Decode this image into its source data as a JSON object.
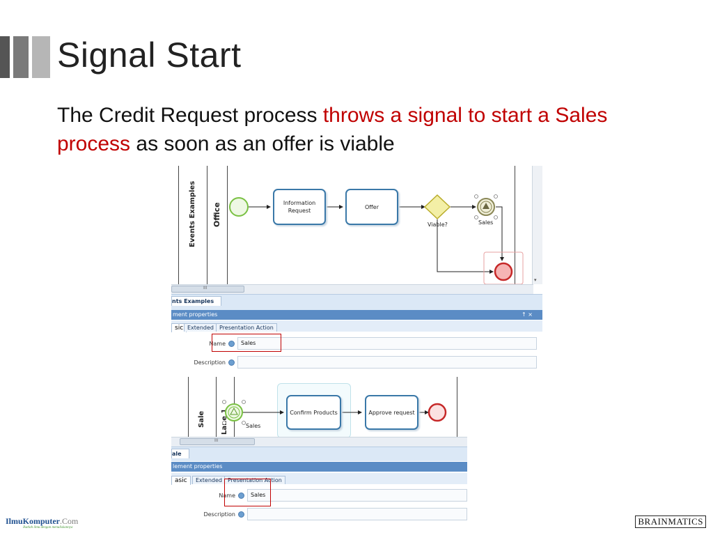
{
  "slide": {
    "title": "Signal Start",
    "body_prefix": "The Credit Request process ",
    "body_highlight": "throws a signal to start a Sales process",
    "body_suffix": " as soon as an offer is viable"
  },
  "top_screenshot": {
    "pool_label": "Events Examples",
    "lane_label": "Office",
    "tasks": [
      "Information Request",
      "Offer"
    ],
    "gateway_label": "Viable?",
    "signal_event_label": "Sales",
    "scroll_thumb_text": "III",
    "doc_tab": "nts Examples",
    "props_header": "ment properties",
    "props_controls": "↑ ×",
    "tabs": [
      "sic",
      "Extended",
      "Presentation Action"
    ],
    "name_label": "Name",
    "name_value": "Sales",
    "description_label": "Description"
  },
  "bottom_screenshot": {
    "pool_label": "Sale",
    "lane_label": "Lane 1",
    "signal_event_label": "Sales",
    "tasks": [
      "Confirm Products",
      "Approve request"
    ],
    "scroll_thumb_text": "III",
    "doc_tab": "ale",
    "props_header": "lement properties",
    "tabs": [
      "asic",
      "Extended",
      "Presentation Action"
    ],
    "name_label": "Name",
    "name_value": "Sales",
    "description_label": "Description"
  },
  "footer": {
    "left_logo_main": "IlmuKomputer",
    "left_logo_tld": ".Com",
    "left_logo_tagline": "Ikatlah ilmu dengan menuliskannya",
    "right_logo": "BRAINMATICS"
  },
  "colors": {
    "accent_red": "#c00000",
    "task_border": "#3a78a8",
    "start_event": "#7ac143",
    "end_event": "#c62828",
    "gateway": "#e8e07a",
    "props_header": "#5b8cc5"
  }
}
